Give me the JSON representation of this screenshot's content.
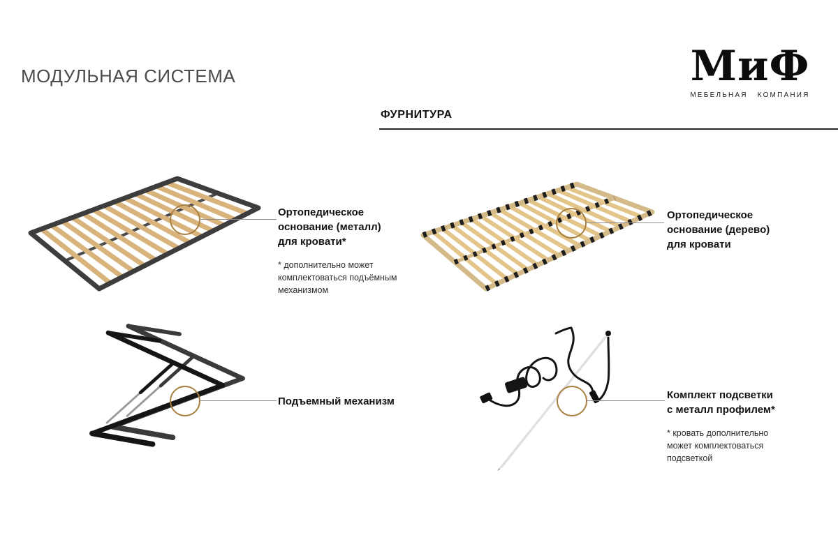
{
  "header": {
    "title": "МОДУЛЬНАЯ СИСТЕМА",
    "section": "ФУРНИТУРА"
  },
  "logo": {
    "name": "МиФ",
    "subtitle": "МЕБЕЛЬНАЯ КОМПАНИЯ"
  },
  "items": [
    {
      "id": "metal-base",
      "title": "Ортопедическое\nоснование (металл)\nдля кровати*",
      "note": "* дополнительно может\nкомплектоваться подъёмным\nмеханизмом",
      "image": "metal-bed-base-illustration"
    },
    {
      "id": "wood-base",
      "title": "Ортопедическое\nоснование (дерево)\nдля кровати",
      "image": "wooden-bed-base-illustration"
    },
    {
      "id": "lift-mechanism",
      "title": "Подъемный механизм",
      "image": "lift-mechanism-illustration"
    },
    {
      "id": "light-kit",
      "title": "Комплект подсветки\nс металл профилем*",
      "note": "* кровать дополнительно\nможет комплектоваться\nподсветкой",
      "image": "lighting-kit-illustration"
    }
  ],
  "annotations": {
    "circle_color": "#a87f3e",
    "pointer_line_color": "#8b8b8b"
  }
}
